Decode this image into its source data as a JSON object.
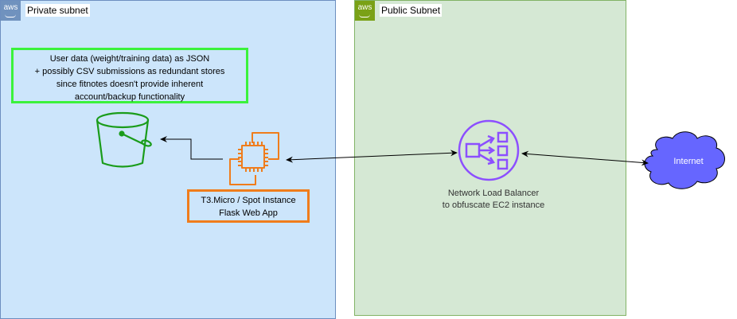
{
  "groups": {
    "private": {
      "title": "Private subnet",
      "badge": "aws",
      "fill": "#cce5fb",
      "stroke": "#6c8ebf",
      "badge_color": "#7092be"
    },
    "public": {
      "title": "Public Subnet",
      "badge": "aws",
      "fill": "#d5e8d4",
      "stroke": "#82b366",
      "badge_color": "#7aa116"
    }
  },
  "notes": {
    "user_data": "User data (weight/training data) as JSON\n+ possibly CSV submissions as redundant stores\nsince fitnotes doesn't provide inherent\naccount/backup functionality",
    "ec2": "T3.Micro / Spot Instance\nFlask Web App"
  },
  "nodes": {
    "s3": {
      "icon": "s3-bucket-icon",
      "color": "#1a9c1a"
    },
    "ec2": {
      "icon": "ec2-instance-icon",
      "color": "#f07c1b"
    },
    "nlb": {
      "icon": "network-load-balancer-icon",
      "color": "#8c4fff",
      "caption_line1": "Network Load Balancer",
      "caption_line2": "to obfuscate EC2 instance"
    },
    "internet": {
      "icon": "cloud-icon",
      "label": "Internet",
      "fill": "#6666ff"
    }
  },
  "edges": [
    {
      "from": "ec2",
      "to": "s3",
      "direction": "one-way"
    },
    {
      "from": "ec2",
      "to": "nlb",
      "direction": "two-way"
    },
    {
      "from": "nlb",
      "to": "internet",
      "direction": "two-way"
    }
  ]
}
